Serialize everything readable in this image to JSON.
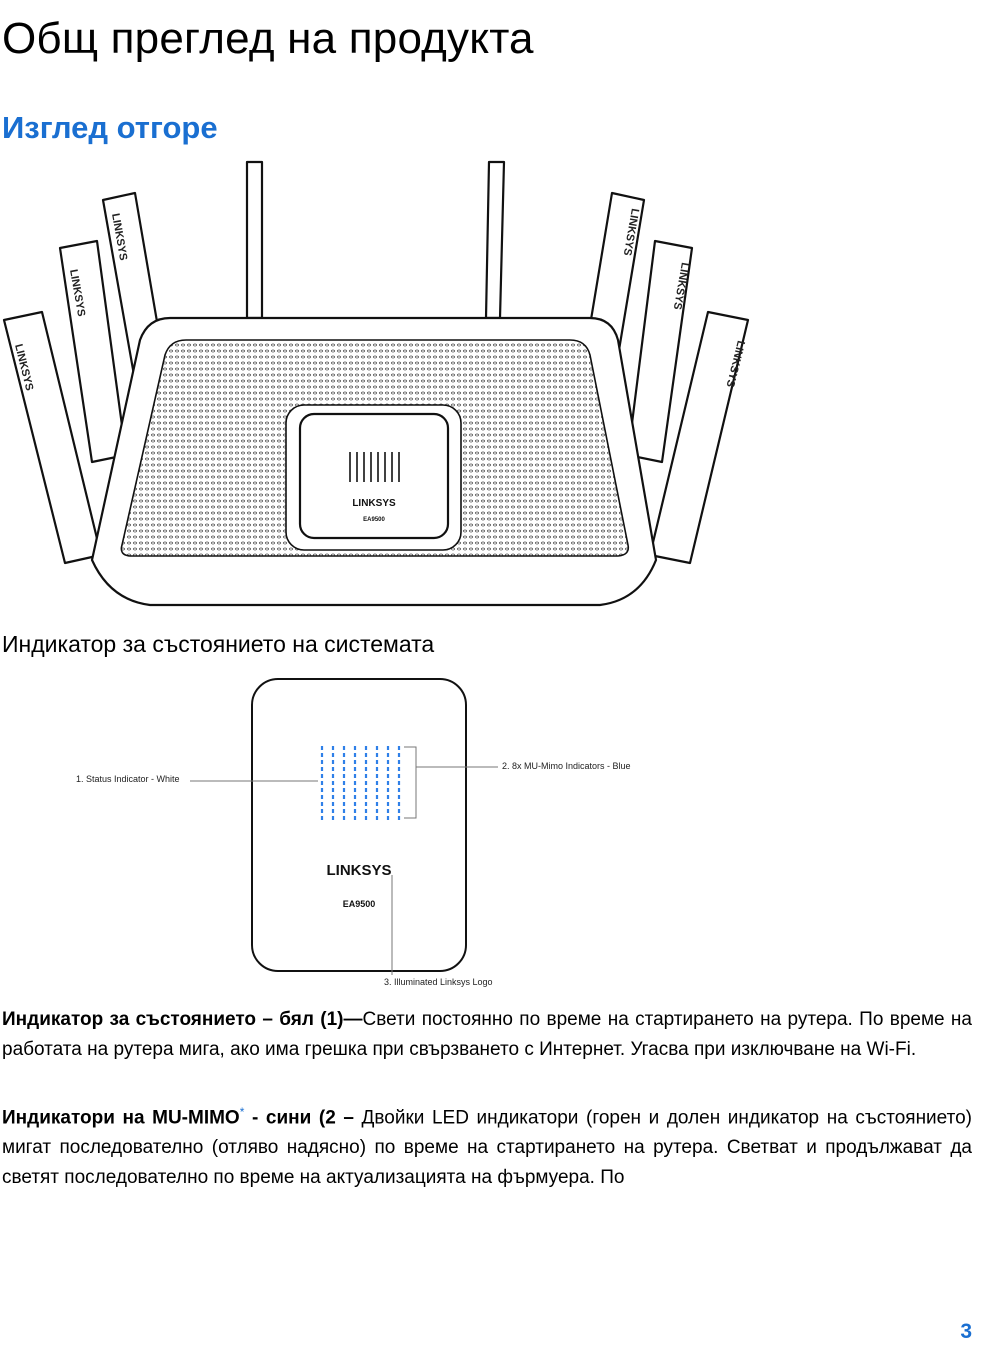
{
  "page": {
    "title": "Общ преглед на продукта",
    "section_heading": "Изглед отгоре",
    "subheading": "Индикатор за състоянието на системата",
    "page_number": "3"
  },
  "router": {
    "antenna_brand": "LINKSYS",
    "center_brand": "LINKSYS",
    "center_model": "EA9500"
  },
  "panel": {
    "brand": "LINKSYS",
    "model": "EA9500",
    "callout_1": "1. Status Indicator - White",
    "callout_2": "2. 8x MU-Mimo Indicators - Blue",
    "callout_3": "3. Illuminated Linksys Logo"
  },
  "paragraphs": {
    "p1_lead": "Индикатор за състоянието – бял (1)—",
    "p1_text": "Свети постоянно по време на стартирането на рутера. По време на работата на рутера мига, ако има грешка при свързването с Интернет. Угасва при изключване на Wi-Fi.",
    "p2_lead": "Индикатори на MU-MIMO",
    "p2_star": "*",
    "p2_lead2": " - сини (2 – ",
    "p2_text": "Двойки LED индикатори (горен и долен индикатор на състоянието) мигат последователно (отляво надясно) по време на стартирането на рутера. Светват и  продължават да светят последователно по време на актуализацията на фърмуера. По"
  },
  "colors": {
    "accent": "#1a6fd1",
    "led_blue": "#2f80e8"
  }
}
